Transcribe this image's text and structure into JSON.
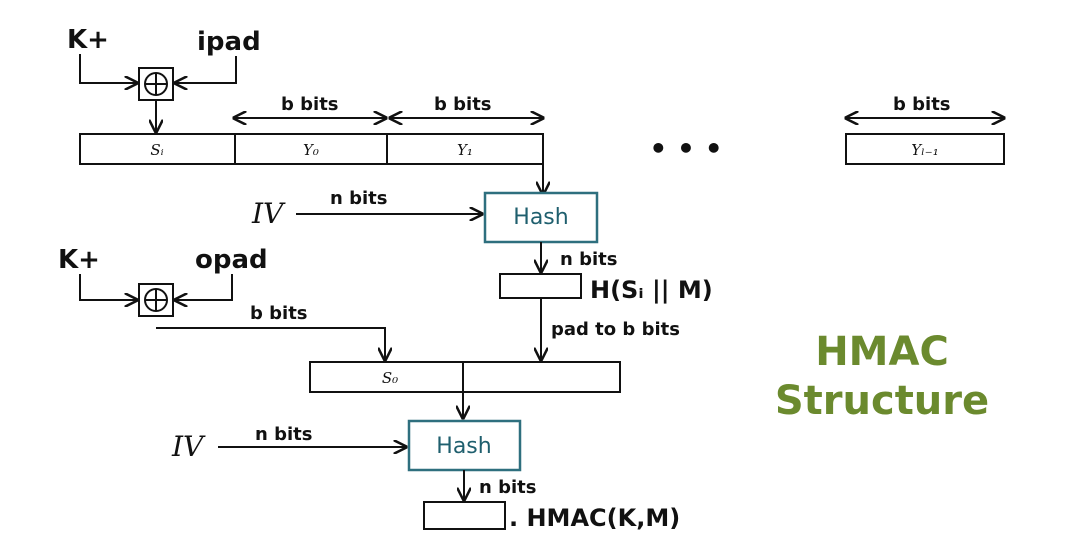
{
  "labels": {
    "k_plus_top": "K+",
    "ipad": "ipad",
    "b_bits_y0": "b bits",
    "b_bits_y1": "b bits",
    "b_bits_yl": "b bits",
    "s_i": "Sᵢ",
    "y0": "Y₀",
    "y1": "Y₁",
    "ellipsis": "• • •",
    "yl1": "Yₗ₋₁",
    "iv_top": "IV",
    "n_bits_iv_top": "n bits",
    "hash_top": "Hash",
    "n_bits_hash_top": "n bits",
    "h_si_m": "H(Sᵢ || M)",
    "k_plus_bottom": "K+",
    "opad": "opad",
    "b_bits_opad": "b bits",
    "pad_to_b_bits": "pad to b bits",
    "s_0": "S₀",
    "iv_bottom": "IV",
    "n_bits_iv_bottom": "n bits",
    "hash_bottom": "Hash",
    "n_bits_hash_bottom": "n bits",
    "hmac_output": ". HMAC(K,M)"
  },
  "title": {
    "line1": "HMAC",
    "line2": "Structure",
    "color": "#6b8a2e"
  },
  "colors": {
    "hash_box": "#2e6f7e",
    "hash_text": "#1f5f6e",
    "ink": "#111111"
  }
}
